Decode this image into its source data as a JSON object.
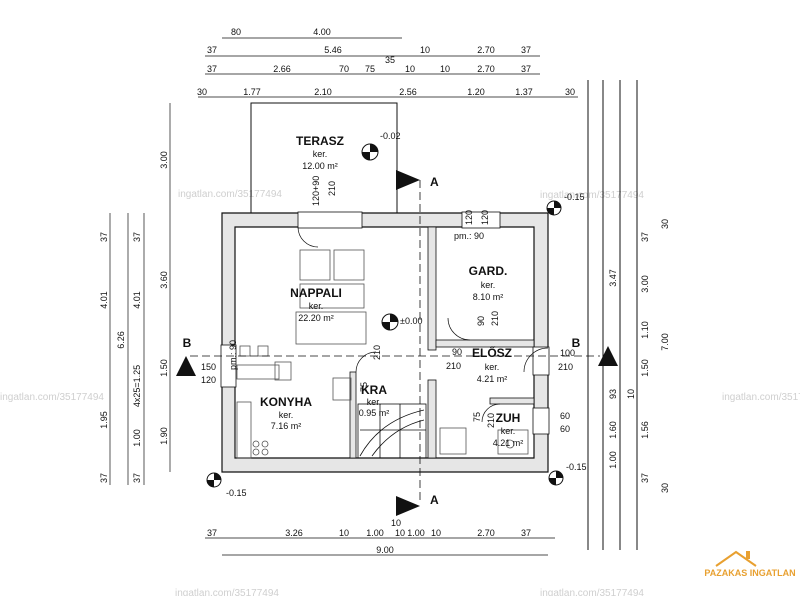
{
  "rooms": {
    "terasz": {
      "name": "TERASZ",
      "kind": "ker.",
      "area": "12.00 m²"
    },
    "nappali": {
      "name": "NAPPALI",
      "kind": "ker.",
      "area": "22.20 m²"
    },
    "gard": {
      "name": "GARD.",
      "kind": "ker.",
      "area": "8.10 m²"
    },
    "eloszoba": {
      "name": "ELŐSZ",
      "kind": "ker.",
      "area": "4.21 m²"
    },
    "konyha": {
      "name": "KONYHA",
      "kind": "ker.",
      "area": "7.16 m²"
    },
    "kamra": {
      "name": "KRA",
      "kind": "ker.",
      "area": "0.95 m²"
    },
    "zuhanyzo": {
      "name": "ZUH",
      "kind": "ker.",
      "area": "4.21 m²"
    }
  },
  "levels": {
    "terrace": "-0.02",
    "floor": "±0.00",
    "outside_1": "-0.15",
    "outside_2": "-0.15",
    "outside_3": "-0.15"
  },
  "section_marks": {
    "a_top": "A",
    "a_bottom": "A",
    "b_left": "B",
    "b_right": "B"
  },
  "top_dims": {
    "row1": [
      "80",
      "4.00"
    ],
    "row2": [
      "37",
      "5.46",
      "10",
      "2.70",
      "37"
    ],
    "row3": [
      "37",
      "2.66",
      "70",
      "75",
      "35",
      "10",
      "10",
      "2.70",
      "37"
    ],
    "row4": [
      "30",
      "1.77",
      "2.10",
      "2.56",
      "1.20",
      "1.37",
      "30"
    ]
  },
  "left_dims": {
    "col1": [
      "3.00",
      "3.60",
      "1.50",
      "1.90"
    ],
    "col2": [
      "37",
      "4.01",
      "6.26",
      "1.95",
      "37"
    ],
    "col3": [
      "37",
      "4.01",
      "4x25=1.25",
      "1.00",
      "37"
    ]
  },
  "right_dims": {
    "col1": [
      "3.47",
      "93",
      "1.60",
      "1.00"
    ],
    "col2": [
      "37",
      "3.00",
      "1.50",
      "1.56",
      "37"
    ],
    "col3": [
      "30",
      "1.10",
      "10",
      "30"
    ],
    "col4": [
      "7.00"
    ]
  },
  "bottom_dims": {
    "row1": [
      "37",
      "3.26",
      "10",
      "1.00",
      "10",
      "1.00",
      "10",
      "2.70",
      "37"
    ],
    "row2": [
      "10"
    ],
    "total": "9.00"
  },
  "openings": {
    "nappali_door": "120+90",
    "nappali_door_h": "210",
    "gard_top_1": "120",
    "gard_top_2": "120",
    "gard_parapet": "pm.: 90",
    "gard_door_w": "90",
    "gard_door_h": "210",
    "eloszoba_door_w": "90",
    "eloszoba_door_h": "210",
    "entrance_w": "100",
    "entrance_h": "210",
    "konyha_win_w": "150",
    "konyha_win_h": "120",
    "konyha_parapet": "pm.: 90",
    "kamra_door_w": "75",
    "kamra_door_h": "210",
    "zuh_win_w": "60",
    "zuh_win_h": "60",
    "zuh_door_w": "75",
    "zuh_door_h": "210"
  },
  "watermarks": [
    "ingatlan.com/35177494",
    "ingatlan.com/35177494",
    "ingatlan.com/35177494",
    "ingatlan.com/35177494",
    "ingatlan.com/35177494",
    "ingatlan.com/35177494"
  ],
  "brand": {
    "logo_text": "PAZAKAS INGATLAN",
    "accent_color": "#e8a030"
  },
  "colors": {
    "wall": "#e6e6e6",
    "line": "#111111",
    "furniture": "#555555"
  }
}
